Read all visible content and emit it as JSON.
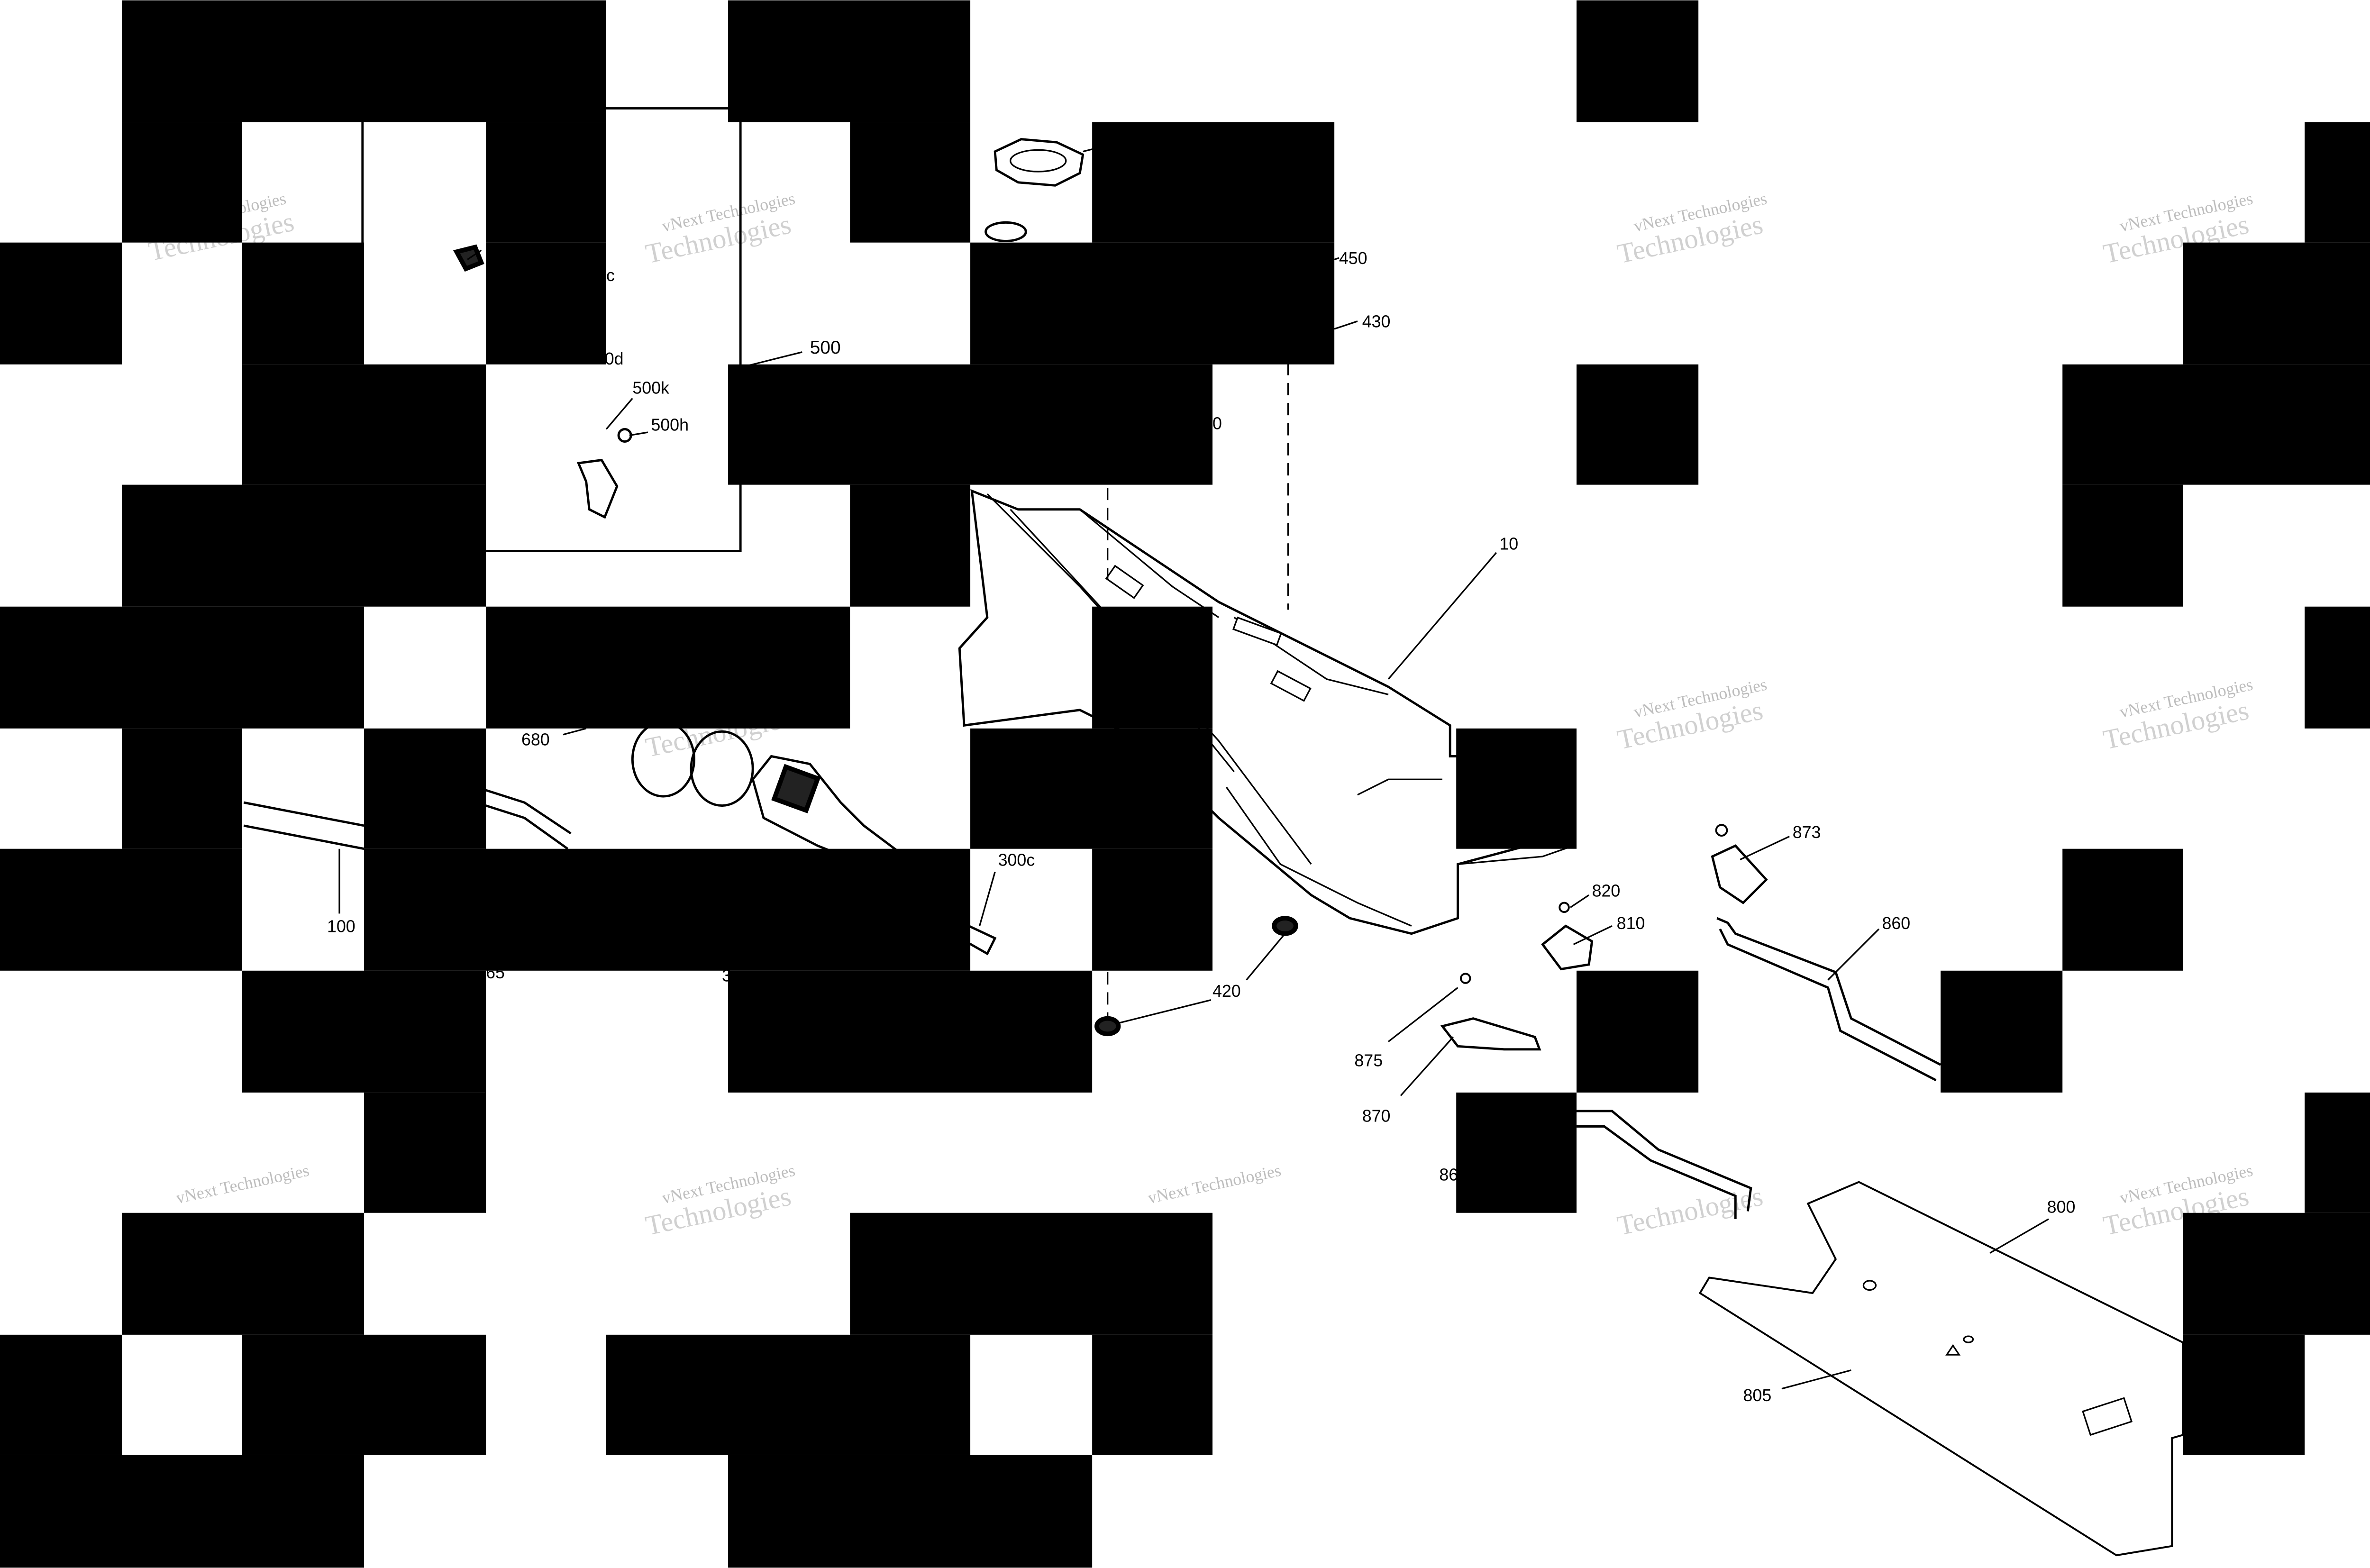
{
  "diagram": {
    "callouts": [
      {
        "id": "c-500",
        "text": "500"
      },
      {
        "id": "c-500k",
        "text": "500k"
      },
      {
        "id": "c-500h",
        "text": "500h"
      },
      {
        "id": "c-500d",
        "text": "0d"
      },
      {
        "id": "c-500c",
        "text": "c"
      },
      {
        "id": "c-450",
        "text": "450"
      },
      {
        "id": "c-430",
        "text": "430"
      },
      {
        "id": "c-0",
        "text": "0"
      },
      {
        "id": "c-10",
        "text": "10"
      },
      {
        "id": "c-680",
        "text": "680"
      },
      {
        "id": "c-100",
        "text": "100"
      },
      {
        "id": "c-300c",
        "text": "300c"
      },
      {
        "id": "c-65",
        "text": "65"
      },
      {
        "id": "c-3",
        "text": "3"
      },
      {
        "id": "c-420",
        "text": "420"
      },
      {
        "id": "c-873",
        "text": "873"
      },
      {
        "id": "c-820",
        "text": "820"
      },
      {
        "id": "c-810",
        "text": "810"
      },
      {
        "id": "c-860",
        "text": "860"
      },
      {
        "id": "c-875",
        "text": "875"
      },
      {
        "id": "c-870",
        "text": "870"
      },
      {
        "id": "c-86",
        "text": "86"
      },
      {
        "id": "c-800",
        "text": "800"
      },
      {
        "id": "c-805",
        "text": "805"
      }
    ],
    "watermark": {
      "line1": "vNext Technologies",
      "line2": "vNext",
      "line3": "Technologies"
    }
  }
}
